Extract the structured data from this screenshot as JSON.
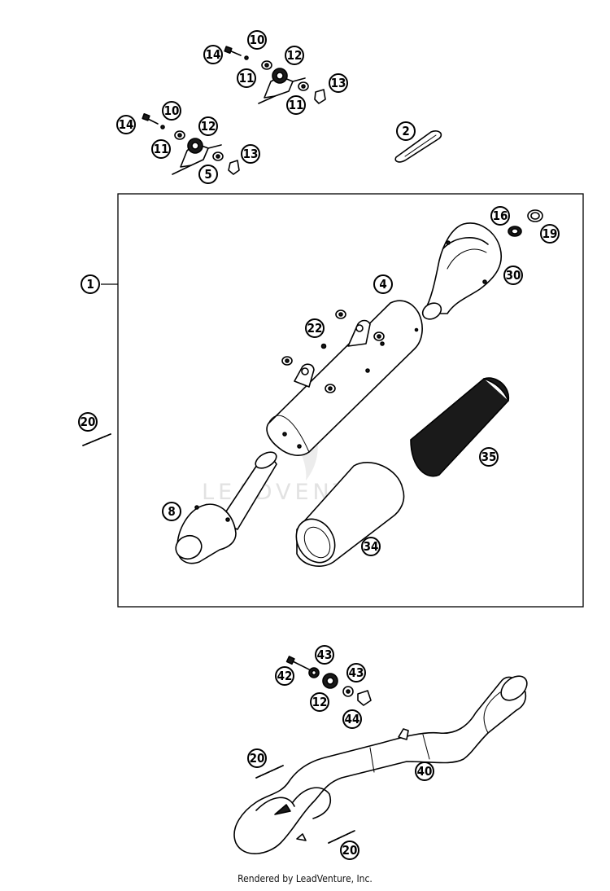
{
  "callouts": [
    {
      "label": "14"
    },
    {
      "label": "10"
    },
    {
      "label": "11"
    },
    {
      "label": "12"
    },
    {
      "label": "11"
    },
    {
      "label": "13"
    },
    {
      "label": "14"
    },
    {
      "label": "10"
    },
    {
      "label": "12"
    },
    {
      "label": "11"
    },
    {
      "label": "5"
    },
    {
      "label": "13"
    },
    {
      "label": "2"
    },
    {
      "label": "1"
    },
    {
      "label": "16"
    },
    {
      "label": "19"
    },
    {
      "label": "30"
    },
    {
      "label": "4"
    },
    {
      "label": "22"
    },
    {
      "label": "20"
    },
    {
      "label": "35"
    },
    {
      "label": "8"
    },
    {
      "label": "34"
    },
    {
      "label": "43"
    },
    {
      "label": "42"
    },
    {
      "label": "43"
    },
    {
      "label": "12"
    },
    {
      "label": "44"
    },
    {
      "label": "20"
    },
    {
      "label": "40"
    },
    {
      "label": "20"
    }
  ],
  "watermark": "LEADVENTURE",
  "footer": "Rendered by LeadVenture, Inc."
}
